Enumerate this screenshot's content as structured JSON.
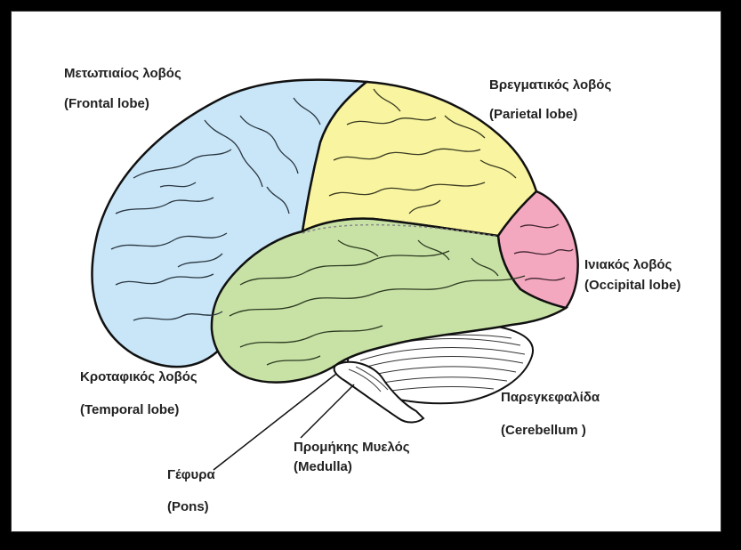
{
  "labels": {
    "frontal": {
      "greek": "Μετωπιαίος λοβός",
      "latin": "(Frontal lobe)"
    },
    "parietal": {
      "greek": "Βρεγματικός λοβός",
      "latin": "(Parietal lobe)"
    },
    "occipital": {
      "greek": "Ινιακός λοβός",
      "latin": "(Occipital lobe)"
    },
    "temporal": {
      "greek": "Κροταφικός λοβός",
      "latin": "(Temporal lobe)"
    },
    "cerebellum": {
      "greek": "Παρεγκεφαλίδα",
      "latin": "(Cerebellum )"
    },
    "medulla": {
      "greek": "Προμήκης Μυελός",
      "latin": "(Medulla)"
    },
    "pons": {
      "greek": "Γέφυρα",
      "latin": "(Pons)"
    }
  },
  "colors": {
    "frontal": "#c8e6f8",
    "parietal": "#f8f4a0",
    "temporal": "#c8e2a6",
    "occipital": "#f4a8c0",
    "cerebellum": "#ffffff",
    "outline": "#111111"
  }
}
